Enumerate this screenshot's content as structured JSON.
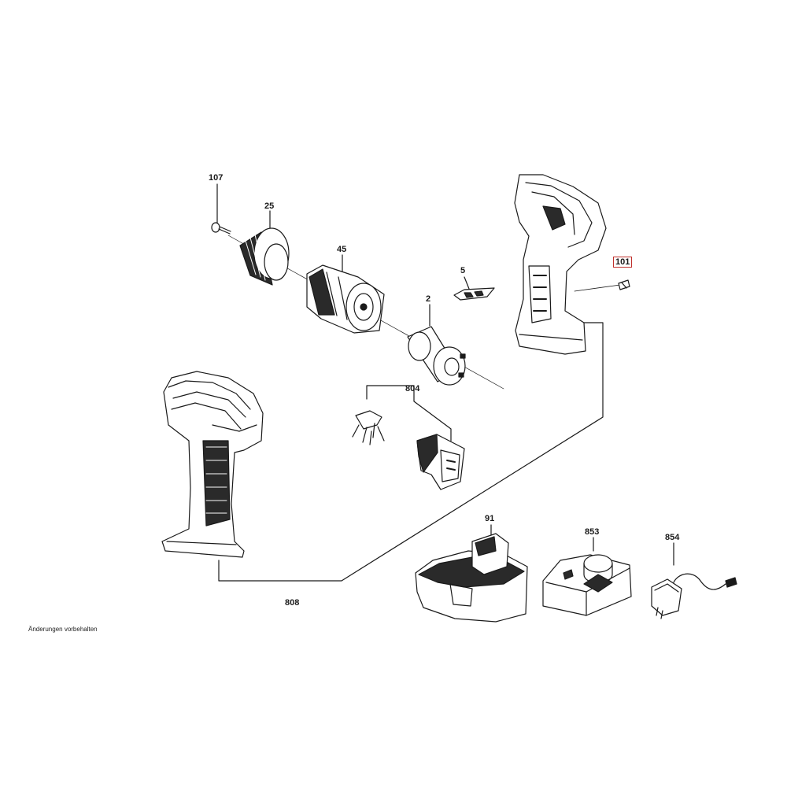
{
  "labels": {
    "p107": "107",
    "p25": "25",
    "p45": "45",
    "p5": "5",
    "p2": "2",
    "p101": "101",
    "p804": "804",
    "p91": "91",
    "p853": "853",
    "p854": "854",
    "p808": "808"
  },
  "footnote": "Änderungen vorbehalten",
  "colors": {
    "line": "#1a1a1a",
    "highlight": "#c0302c"
  }
}
